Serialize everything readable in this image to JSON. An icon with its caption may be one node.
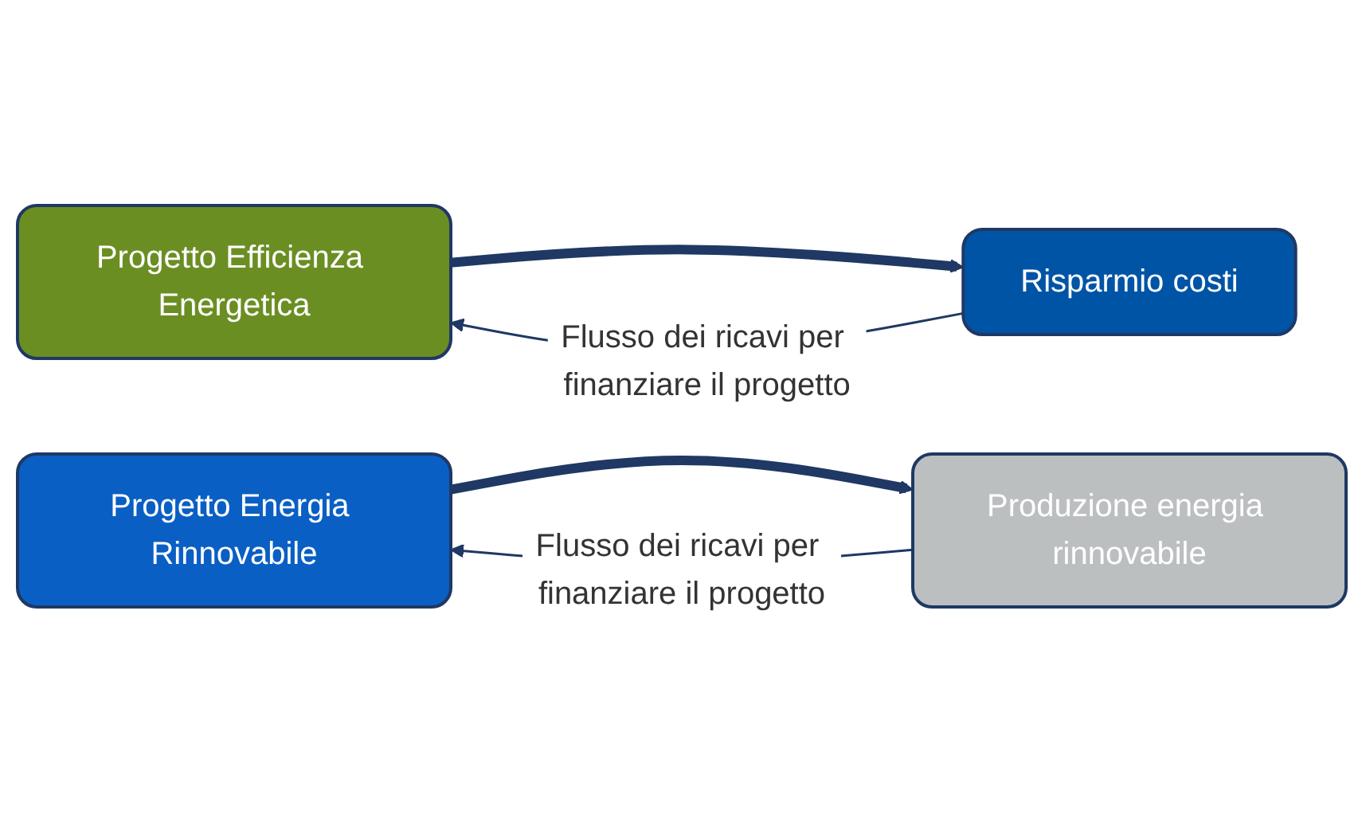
{
  "diagram": {
    "nodes": [
      {
        "text": [
          "Progetto Efficienza Energetica"
        ]
      },
      {
        "text": [
          "Risparmio costi"
        ]
      },
      {
        "text": [
          "Progetto Energia Rinnovabile"
        ]
      },
      {
        "text": [
          "Produzione energia rinnovabile"
        ]
      }
    ],
    "edges": [
      {
        "from": 0,
        "to": 1,
        "arrow": "to",
        "style": "thick"
      },
      {
        "from": 1,
        "to": 0,
        "arrow": "to",
        "label": "Flusso dei ricavi per finanziare il progetto"
      },
      {
        "from": 2,
        "to": 3,
        "arrow": "to",
        "style": "thick"
      },
      {
        "from": 3,
        "to": 2,
        "arrow": "to",
        "label": "Flusso dei ricavi per finanziare il progetto"
      }
    ]
  }
}
